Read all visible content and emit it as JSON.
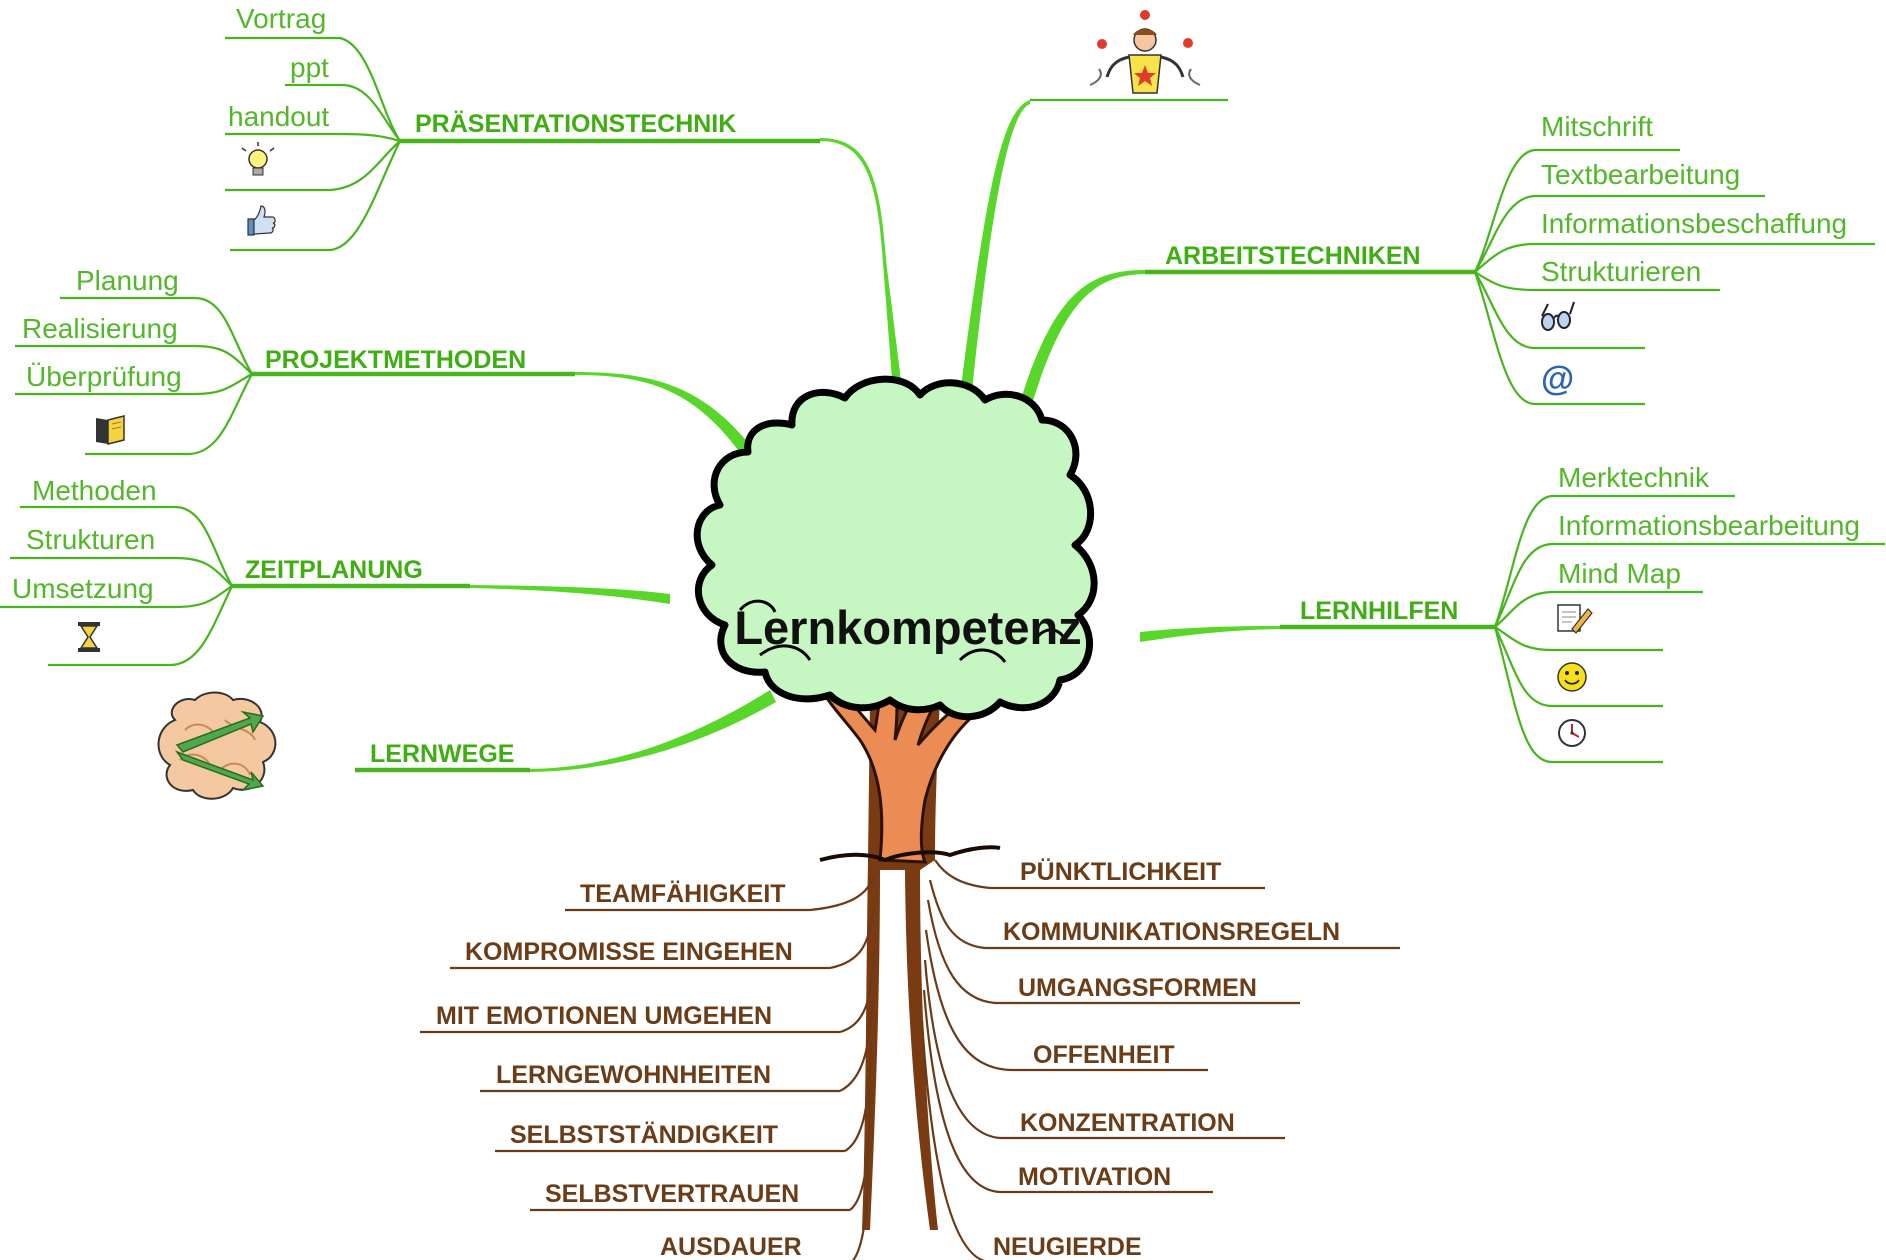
{
  "center": {
    "title": "Lernkompetenz"
  },
  "branches": {
    "praesentation": {
      "title": "PRÄSENTATIONSTECHNIK",
      "items": [
        "Vortrag",
        "ppt",
        "handout"
      ],
      "icons": [
        "lightbulb-icon",
        "thumbs-up-icon"
      ]
    },
    "projekt": {
      "title": "PROJEKTMETHODEN",
      "items": [
        "Planung",
        "Realisierung",
        "Überprüfung"
      ],
      "icons": [
        "book-icon"
      ]
    },
    "zeit": {
      "title": "ZEITPLANUNG",
      "items": [
        "Methoden",
        "Strukturen",
        "Umsetzung"
      ],
      "icons": [
        "hourglass-icon"
      ]
    },
    "lernwege": {
      "title": "LERNWEGE",
      "icons": [
        "brain-arrows-icon"
      ]
    },
    "arbeit": {
      "title": "ARBEITSTECHNIKEN",
      "items": [
        "Mitschrift",
        "Textbearbeitung",
        "Informationsbeschaffung",
        "Strukturieren"
      ],
      "icons": [
        "glasses-icon",
        "at-sign-icon"
      ]
    },
    "lernhilfen": {
      "title": "LERNHILFEN",
      "items": [
        "Merktechnik",
        "Informationsbearbeitung",
        "Mind Map"
      ],
      "icons": [
        "notepad-pencil-icon",
        "smiley-icon",
        "clock-icon"
      ]
    },
    "top": {
      "icons": [
        "juggler-icon"
      ]
    }
  },
  "roots": {
    "left": [
      "TEAMFÄHIGKEIT",
      "KOMPROMISSE EINGEHEN",
      "MIT EMOTIONEN UMGEHEN",
      "LERNGEWOHNHEITEN",
      "SELBSTSTÄNDIGKEIT",
      "SELBSTVERTRAUEN",
      "AUSDAUER"
    ],
    "right": [
      "PÜNKTLICHKEIT",
      "KOMMUNIKATIONSREGELN",
      "UMGANGSFORMEN",
      "OFFENHEIT",
      "KONZENTRATION",
      "MOTIVATION",
      "NEUGIERDE"
    ]
  },
  "colors": {
    "branch_green": "#48b51e",
    "leaf_green": "#52b82a",
    "crown_fill": "#c6f6c2",
    "trunk_brown": "#7a3a12",
    "inner_trunk": "#ec8c55",
    "root_text": "#6b3c16"
  }
}
